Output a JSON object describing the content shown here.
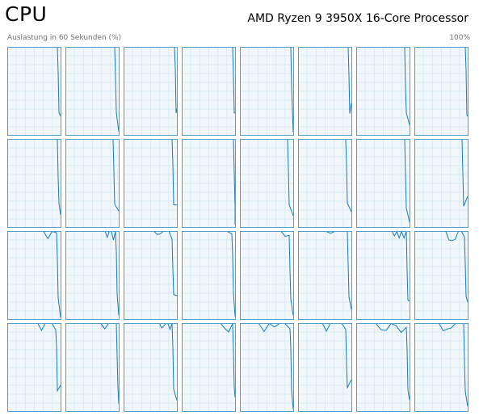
{
  "header": {
    "title": "CPU",
    "processor": "AMD Ryzen 9 3950X 16-Core Processor"
  },
  "graph_labels": {
    "utilization_label": "Auslastung in 60 Sekunden (%)",
    "max_label": "100%"
  },
  "colors": {
    "graph_border": "#4f9fcf",
    "graph_fill": "#f1f6fa",
    "grid_line": "#d9eaf4",
    "series_line": "#117dbb"
  },
  "logical_processors": 32
}
